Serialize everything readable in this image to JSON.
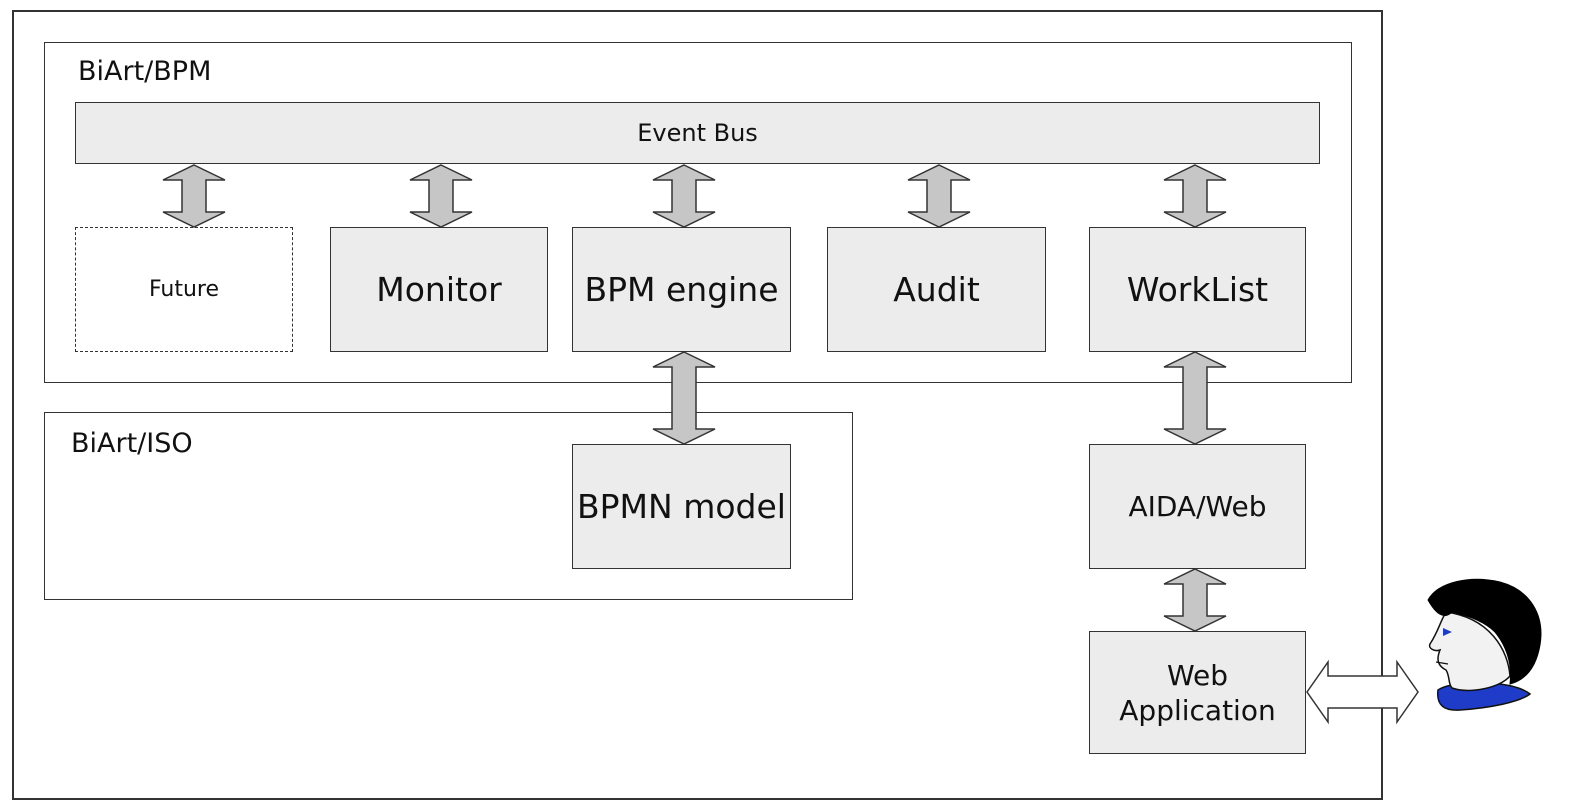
{
  "groups": {
    "bpm": {
      "label": "BiArt/BPM"
    },
    "iso": {
      "label": "BiArt/ISO"
    }
  },
  "event_bus": {
    "label": "Event Bus"
  },
  "components": {
    "future": "Future",
    "monitor": "Monitor",
    "bpm_engine": "BPM engine",
    "audit": "Audit",
    "worklist": "WorkList",
    "bpmn_model": "BPMN model",
    "aida_web": "AIDA/Web",
    "web_app_line1": "Web",
    "web_app_line2": "Application"
  },
  "icons": {
    "user": "user-icon",
    "arrow": "double-arrow-icon"
  },
  "colors": {
    "box_fill": "#ececec",
    "arrow_fill": "#c6c6c6",
    "user_shirt": "#1e3cc8",
    "user_eye": "#1e3cc8"
  }
}
